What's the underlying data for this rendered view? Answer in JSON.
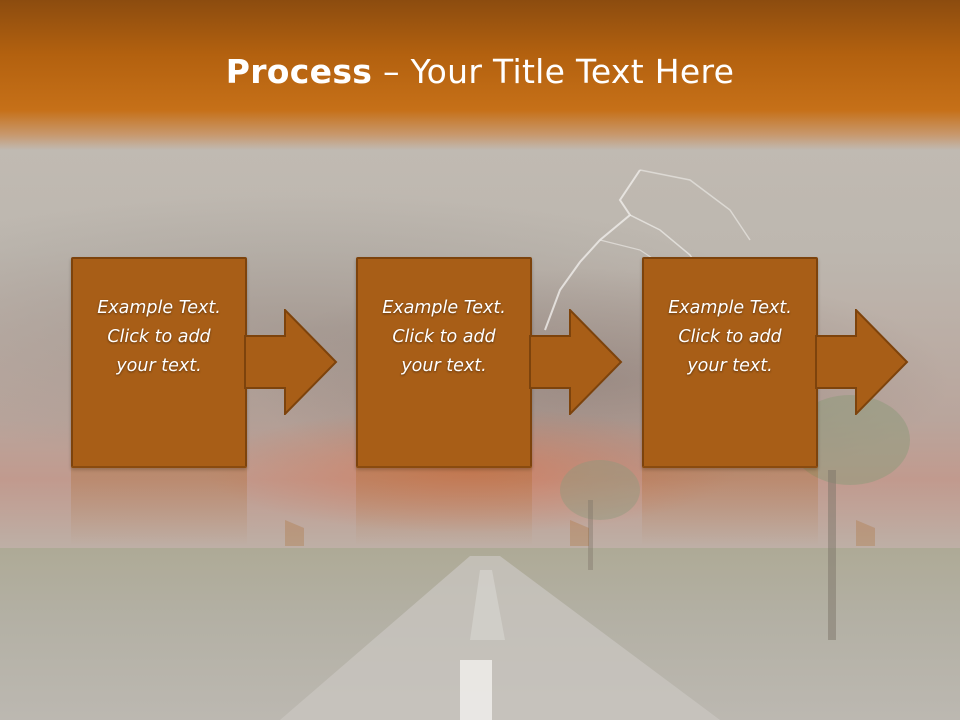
{
  "title": {
    "strong": "Process",
    "rest": " – Your Title Text Here"
  },
  "steps": [
    {
      "line1": "Example Text.",
      "line2": "Click  to add",
      "line3": "your text."
    },
    {
      "line1": "Example Text.",
      "line2": "Click  to add",
      "line3": "your text."
    },
    {
      "line1": "Example Text.",
      "line2": "Click  to add",
      "line3": "your text."
    }
  ],
  "colors": {
    "header_top": "#8c4c0f",
    "header_bottom": "#c67018",
    "box_fill": "#a85e17",
    "box_border": "#7d430c",
    "text": "#ffffff"
  },
  "icons": [
    "right-arrow-icon"
  ]
}
